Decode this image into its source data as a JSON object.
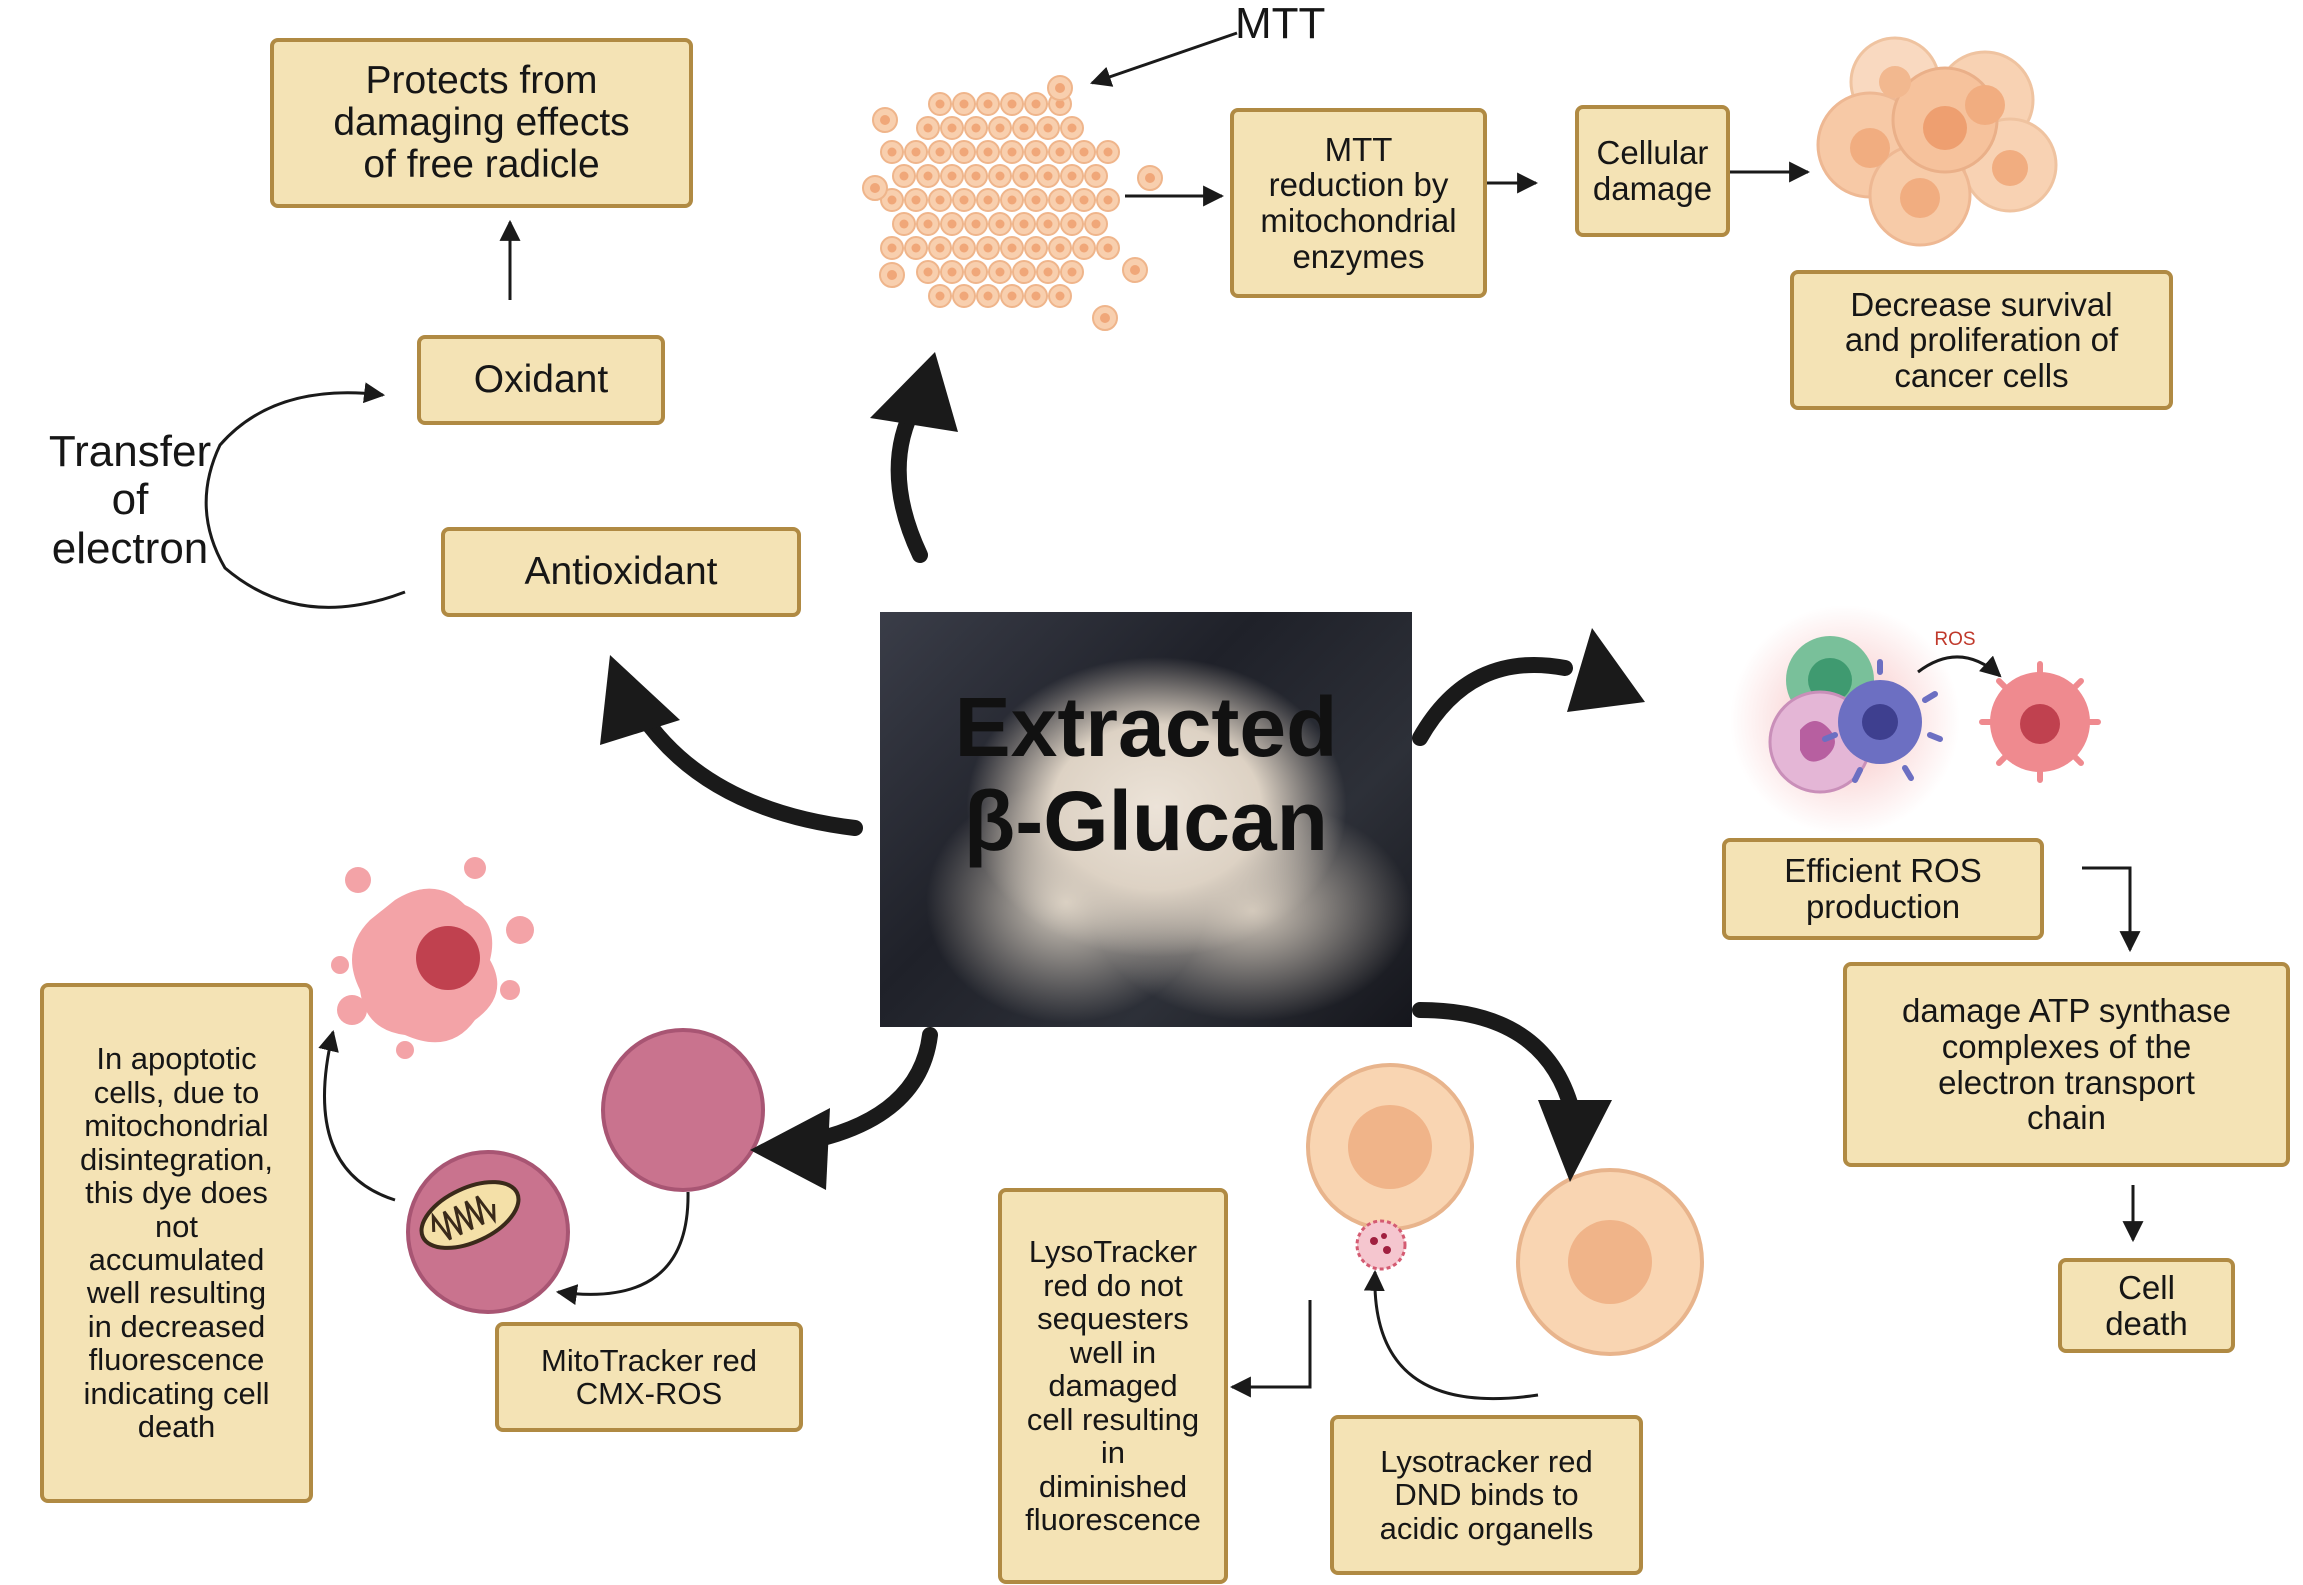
{
  "center": {
    "title": "Extracted\nβ-Glucan"
  },
  "antioxidant_branch": {
    "protects_label": "Protects from\ndamaging effects\nof free radicle",
    "oxidant_label": "Oxidant",
    "antioxidant_label": "Antioxidant",
    "transfer_label": "Transfer\nof\nelectron"
  },
  "mtt_branch": {
    "mtt_label": "MTT",
    "reduction_label": "MTT\nreduction by\nmitochondrial\nenzymes",
    "cellular_damage_label": "Cellular\ndamage",
    "decrease_label": "Decrease survival\nand proliferation of\ncancer cells"
  },
  "ros_branch": {
    "ros_tag": "ROS",
    "efficient_label": "Efficient ROS\nproduction",
    "atp_label": "damage ATP synthase\ncomplexes of the\nelectron transport\nchain",
    "cell_death_label": "Cell\ndeath"
  },
  "lyso_branch": {
    "dnd_label": "Lysotracker red\nDND binds to\nacidic organells",
    "sequester_label": "LysoTracker\nred do not\nsequesters\nwell in\ndamaged\ncell resulting\nin\ndiminished\nfluorescence"
  },
  "mito_branch": {
    "cmx_label": "MitoTracker red\nCMX-ROS",
    "apoptotic_label": "In apoptotic\ncells, due to\nmitochondrial\ndisintegration,\nthis dye does\nnot\naccumulated\nwell resulting\nin decreased\nfluorescence\nindicating cell\ndeath"
  },
  "colors": {
    "box_fill": "#f4e3b5",
    "box_border": "#b08a43",
    "arrow": "#1a1a1a",
    "cell_peach": "#f6c79d",
    "cell_pink": "#c9738e",
    "ros_text": "#c0392b"
  }
}
